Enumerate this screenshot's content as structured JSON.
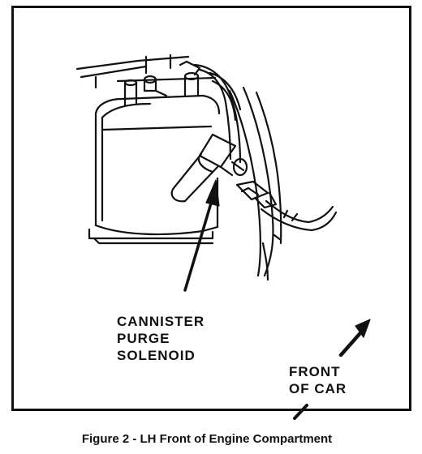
{
  "figure": {
    "callout_solenoid": [
      "CANNISTER",
      "PURGE",
      "SOLENOID"
    ],
    "callout_front": [
      "FRONT",
      "OF CAR"
    ],
    "caption": "Figure 2 - LH Front of Engine Compartment"
  }
}
